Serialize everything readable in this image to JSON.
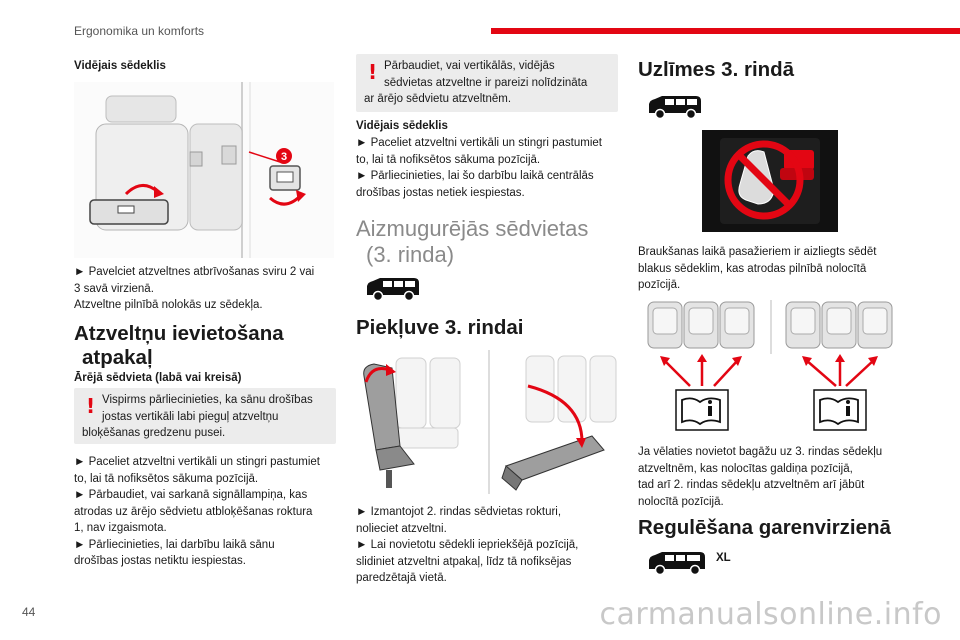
{
  "header": {
    "title": "Ergonomika un komforts"
  },
  "page_number": "44",
  "watermark": "carmanualsonline.info",
  "col1": {
    "sub1": "Vidējais sēdeklis",
    "callout": "3",
    "text1": {
      "l1": "► Pavelciet atzveltnes atbrīvošanas sviru 2 vai",
      "l2": "3 savā virzienā.",
      "l3": "Atzveltne pilnībā nolokās uz sēdekļa."
    },
    "heading": {
      "l1": "Atzveltņu ievietošana",
      "l2": "atpakaļ"
    },
    "sub2": "Ārējā sēdvieta (labā vai kreisā)",
    "warning": {
      "l1": "Vispirms pārliecinieties, ka sānu drošības",
      "l2": "jostas vertikāli labi pieguļ atzveltņu",
      "l3": "bloķēšanas gredzenu pusei."
    },
    "text2": {
      "l1": "► Paceliet atzveltni vertikāli un stingri pastumiet",
      "l2": "to, lai tā nofiksētos sākuma pozīcijā.",
      "l3": "► Pārbaudiet, vai sarkanā signāllampiņa, kas",
      "l4": "atrodas uz ārējo sēdvietu atbloķēšanas roktura",
      "l5": "1, nav izgaismota.",
      "l6": "► Pārliecinieties, lai darbību laikā sānu",
      "l7": "drošības jostas netiktu iespiestas."
    }
  },
  "col2": {
    "warning": {
      "l1": "Pārbaudiet, vai vertikālās, vidējās",
      "l2": "sēdvietas atzveltne ir pareizi nolīdzināta",
      "l3": "ar ārējo sēdvietu atzveltnēm."
    },
    "sub": "Vidējais sēdeklis",
    "text1": {
      "l1": "► Paceliet atzveltni vertikāli un stingri pastumiet",
      "l2": "to, lai tā nofiksētos sākuma pozīcijā.",
      "l3": "► Pārliecinieties, lai šo darbību laikā centrālās",
      "l4": "drošības jostas netiek iespiestas."
    },
    "title": {
      "l1": "Aizmugurējās sēdvietas",
      "l2": "(3. rinda)"
    },
    "heading": "Piekļuve 3. rindai",
    "text2": {
      "l1": "► Izmantojot 2. rindas sēdvietas rokturi,",
      "l2": "nolieciet atzveltni.",
      "l3": "► Lai novietotu sēdekli iepriekšējā pozīcijā,",
      "l4": "slidiniet atzveltni atpakaļ, līdz tā nofiksējas",
      "l5": "paredzētajā vietā."
    }
  },
  "col3": {
    "heading1": "Uzlīmes 3. rindā",
    "text1": {
      "l1": "Braukšanas laikā pasažieriem ir aizliegts sēdēt",
      "l2": "blakus sēdeklim, kas atrodas pilnībā nolocītā",
      "l3": "pozīcijā."
    },
    "text2": {
      "l1": "Ja vēlaties novietot bagāžu uz 3. rindas sēdekļu",
      "l2": "atzveltnēm, kas nolocītas galdiņa pozīcijā,",
      "l3": "tad arī 2. rindas sēdekļu atzveltnēm arī jābūt",
      "l4": "nolocītā pozīcijā."
    },
    "heading2": "Regulēšana garenvirzienā",
    "xl_label": "XL"
  },
  "colors": {
    "accent_red": "#e30613",
    "warning_bg": "#ececec",
    "grey_title": "#8a8a8a"
  }
}
